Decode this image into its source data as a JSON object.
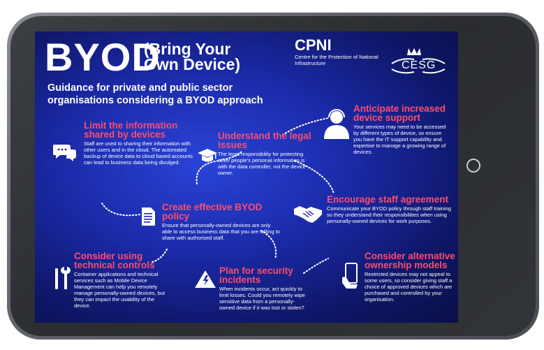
{
  "header": {
    "title": "BYOD",
    "subtitle": "(Bring Your Own Device)",
    "guidance": "Guidance for private and public sector organisations considering a BYOD approach"
  },
  "logos": {
    "cpni_abbr": "CPNI",
    "cpni_name": "Centre for the Protection of National Infrastructure",
    "cesg": "CESG"
  },
  "sections": {
    "limit": {
      "heading": "Limit the information shared by devices",
      "body": "Staff are used to sharing their information with other users and in the cloud. The automated backup of device data to cloud based accounts can lead to business data being divulged."
    },
    "legal": {
      "heading": "Understand the legal issues",
      "body": "The legal responsibility for protecting other people's personal information is with the data controller, not the device owner."
    },
    "anticipate": {
      "heading": "Anticipate increased device support",
      "body": "Your services may need to be accessed by different types of device, so ensure you have the IT support capability and expertise to manage a growing range of devices."
    },
    "policy": {
      "heading": "Create effective BYOD policy",
      "body": "Ensure that personally-owned devices are only able to access business data that you are willing to share with authorised staff."
    },
    "agreement": {
      "heading": "Encourage staff agreement",
      "body": "Communicate your BYOD policy through staff training so they understand their responsibilities when using personally-owned devices for work purposes."
    },
    "technical": {
      "heading": "Consider using technical controls",
      "body": "Container applications and technical services such as Mobile Device Management can help you remotely manage personally-owned devices, but they can impact the usability of the device."
    },
    "incidents": {
      "heading": "Plan for security incidents",
      "body": "When incidents occur, act quickly to limit losses. Could you remotely wipe sensitive data from a personally-owned device if it was lost or stolen?"
    },
    "ownership": {
      "heading": "Consider alternative ownership models",
      "body": "Restricted devices may not appeal to some users, so consider giving staff a choice of approved devices which are purchased and controlled by your organisation."
    }
  },
  "colors": {
    "heading": "#ff4d6d",
    "background": "#1b2aa8"
  }
}
